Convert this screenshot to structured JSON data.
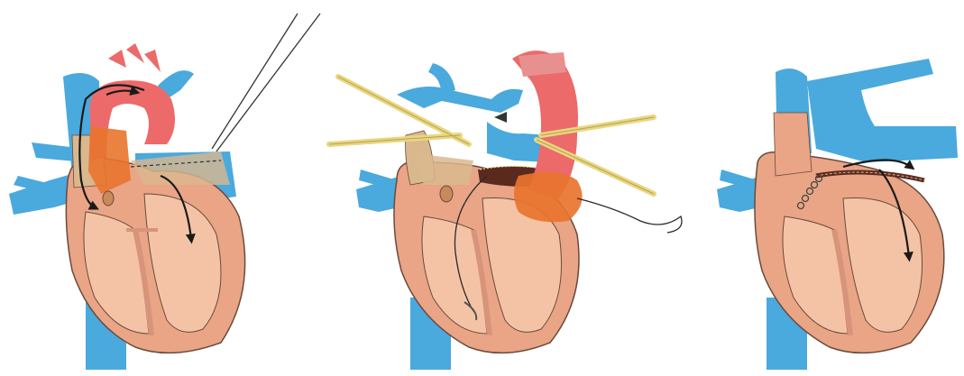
{
  "colors": {
    "background": "#ffffff",
    "vein": "#4aa9dd",
    "vein_dark": "#2f8ec4",
    "myocardium": "#e9a586",
    "myocardium_outline": "#6b4a3c",
    "chamber": "#f4c3a6",
    "septum": "#d8937b",
    "aorta": "#ec6a6a",
    "aorta_highlight": "#f08f8f",
    "baffle": "#e8742e",
    "cannula_tan": "#d9b88e",
    "suture_stick": "#e8d780",
    "suture_thread": "#2a2a2a",
    "arrow": "#1a1a1a",
    "clamp_line": "#333333"
  },
  "panels": [
    {
      "name": "panel-1-pre-repair",
      "icons": [
        "heart-icon",
        "aorta-icon",
        "vena-cava-icon",
        "flow-arrow-icon",
        "forceps-icon"
      ]
    },
    {
      "name": "panel-2-repair",
      "icons": [
        "heart-icon",
        "aorta-icon",
        "vena-cava-icon",
        "suture-icon",
        "retractor-icon"
      ]
    },
    {
      "name": "panel-3-post-repair",
      "icons": [
        "heart-icon",
        "vena-cava-icon",
        "suture-line-icon",
        "flow-arrow-icon"
      ]
    }
  ]
}
